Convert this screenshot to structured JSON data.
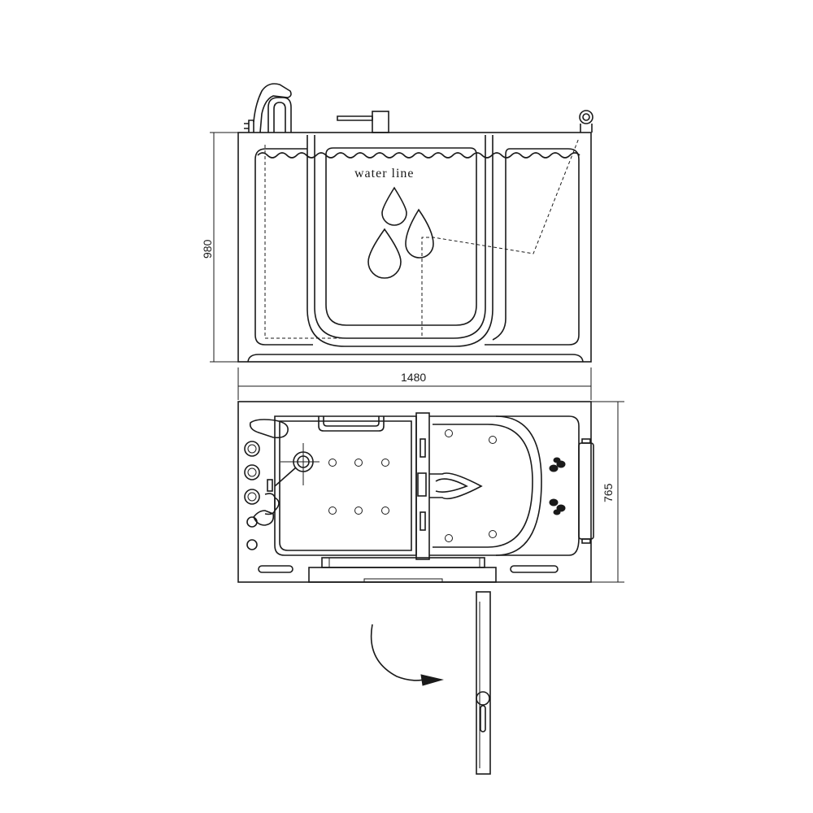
{
  "front_view": {
    "label": "water line",
    "height_dim": "980"
  },
  "plan_view": {
    "width_dim": "1480",
    "depth_dim": "765"
  }
}
